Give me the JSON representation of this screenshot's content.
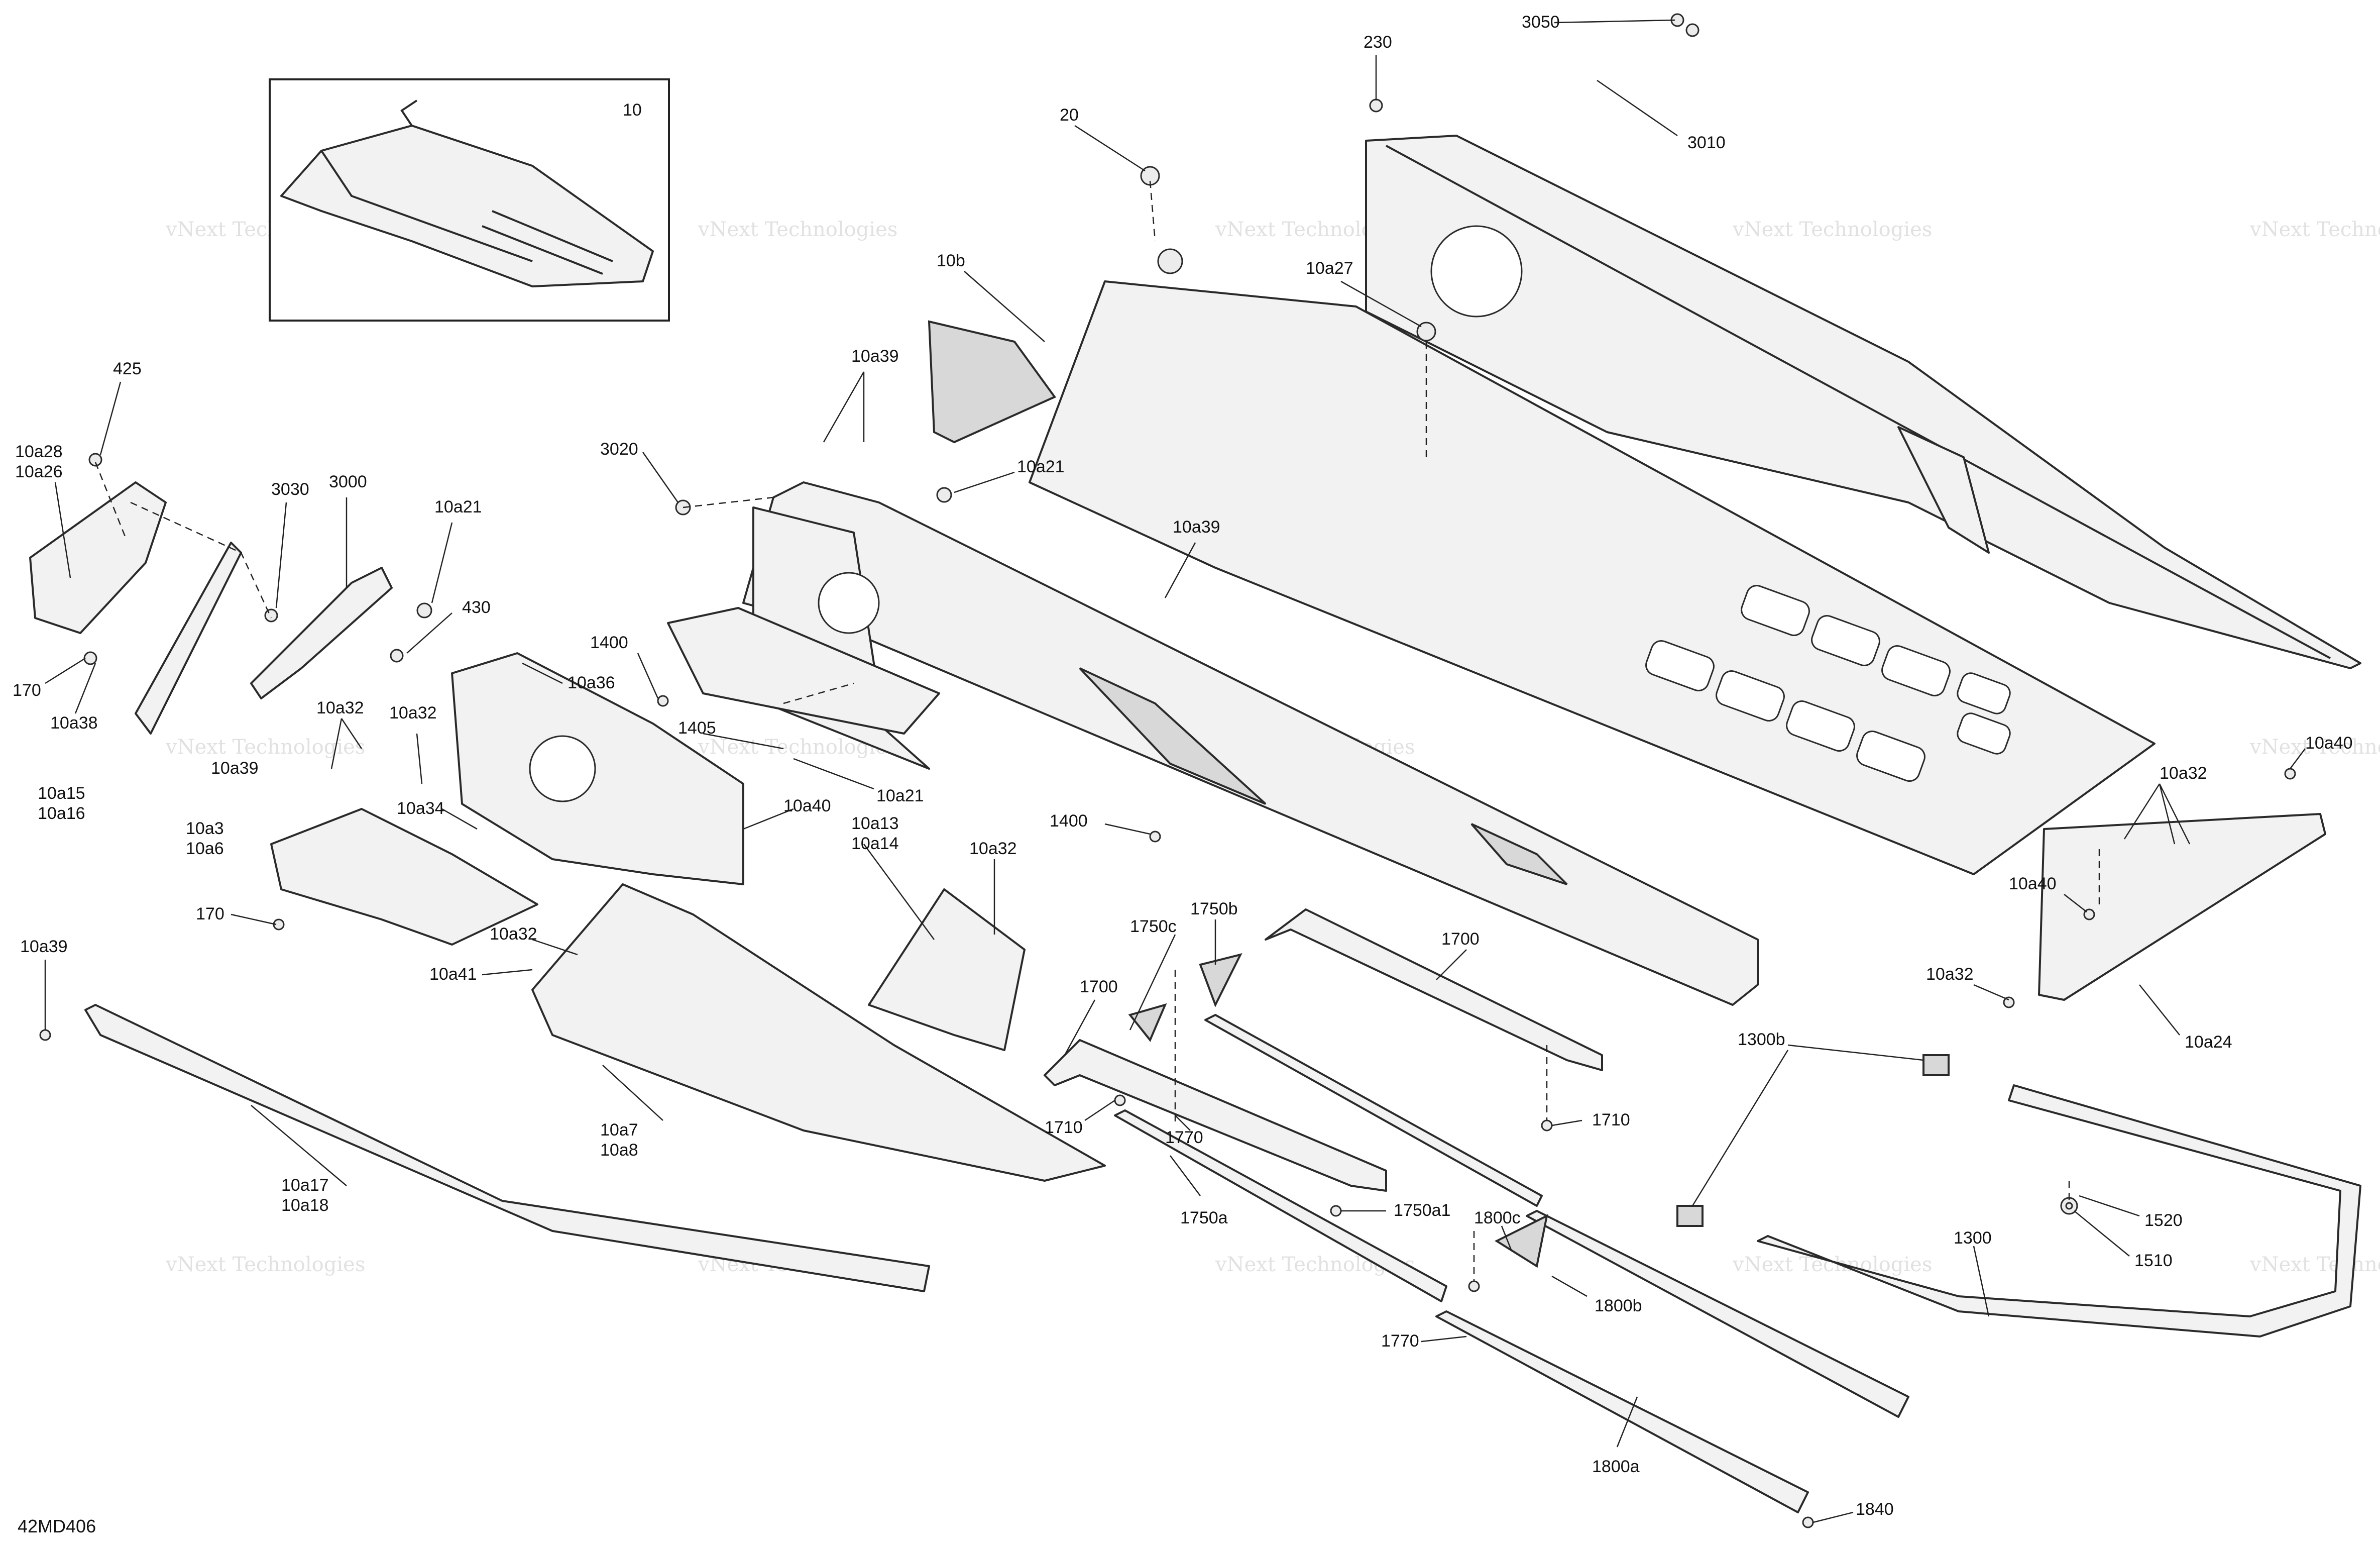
{
  "diagram": {
    "code": "42MD406",
    "watermark": "vNext Technologies",
    "inset_label": "10",
    "callouts": [
      {
        "id": "c-3050",
        "text": "3050"
      },
      {
        "id": "c-230",
        "text": "230"
      },
      {
        "id": "c-3010",
        "text": "3010"
      },
      {
        "id": "c-20",
        "text": "20"
      },
      {
        "id": "c-10b",
        "text": "10b"
      },
      {
        "id": "c-10a27",
        "text": "10a27"
      },
      {
        "id": "c-425",
        "text": "425"
      },
      {
        "id": "c-10a28",
        "text": "10a28"
      },
      {
        "id": "c-10a26",
        "text": "10a26"
      },
      {
        "id": "c-10a39-a",
        "text": "10a39"
      },
      {
        "id": "c-3020",
        "text": "3020"
      },
      {
        "id": "c-10a21-a",
        "text": "10a21"
      },
      {
        "id": "c-3030",
        "text": "3030"
      },
      {
        "id": "c-3000",
        "text": "3000"
      },
      {
        "id": "c-10a21-b",
        "text": "10a21"
      },
      {
        "id": "c-430",
        "text": "430"
      },
      {
        "id": "c-10a39-b",
        "text": "10a39"
      },
      {
        "id": "c-1400-a",
        "text": "1400"
      },
      {
        "id": "c-10a36",
        "text": "10a36"
      },
      {
        "id": "c-170-a",
        "text": "170"
      },
      {
        "id": "c-10a38",
        "text": "10a38"
      },
      {
        "id": "c-10a32-a",
        "text": "10a32"
      },
      {
        "id": "c-10a32-b",
        "text": "10a32"
      },
      {
        "id": "c-1405",
        "text": "1405"
      },
      {
        "id": "c-10a39-c",
        "text": "10a39"
      },
      {
        "id": "c-10a15",
        "text": "10a15"
      },
      {
        "id": "c-10a16",
        "text": "10a16"
      },
      {
        "id": "c-10a34",
        "text": "10a34"
      },
      {
        "id": "c-10a21-c",
        "text": "10a21"
      },
      {
        "id": "c-10a40-a",
        "text": "10a40"
      },
      {
        "id": "c-10a13",
        "text": "10a13"
      },
      {
        "id": "c-10a14",
        "text": "10a14"
      },
      {
        "id": "c-10a3",
        "text": "10a3"
      },
      {
        "id": "c-10a6",
        "text": "10a6"
      },
      {
        "id": "c-1400-b",
        "text": "1400"
      },
      {
        "id": "c-10a32-c",
        "text": "10a32"
      },
      {
        "id": "c-170-b",
        "text": "170"
      },
      {
        "id": "c-10a32-d",
        "text": "10a32"
      },
      {
        "id": "c-10a41",
        "text": "10a41"
      },
      {
        "id": "c-10a39-d",
        "text": "10a39"
      },
      {
        "id": "c-1750c",
        "text": "1750c"
      },
      {
        "id": "c-1750b",
        "text": "1750b"
      },
      {
        "id": "c-1700-a",
        "text": "1700"
      },
      {
        "id": "c-1700-b",
        "text": "1700"
      },
      {
        "id": "c-10a7",
        "text": "10a7"
      },
      {
        "id": "c-10a8",
        "text": "10a8"
      },
      {
        "id": "c-1710-a",
        "text": "1710"
      },
      {
        "id": "c-1770-a",
        "text": "1770"
      },
      {
        "id": "c-1710-b",
        "text": "1710"
      },
      {
        "id": "c-1750a",
        "text": "1750a"
      },
      {
        "id": "c-1750a1",
        "text": "1750a1"
      },
      {
        "id": "c-10a17",
        "text": "10a17"
      },
      {
        "id": "c-10a18",
        "text": "10a18"
      },
      {
        "id": "c-1800c",
        "text": "1800c"
      },
      {
        "id": "c-1800b",
        "text": "1800b"
      },
      {
        "id": "c-1770-b",
        "text": "1770"
      },
      {
        "id": "c-1800a",
        "text": "1800a"
      },
      {
        "id": "c-1840",
        "text": "1840"
      },
      {
        "id": "c-10a40-b",
        "text": "10a40"
      },
      {
        "id": "c-10a32-e",
        "text": "10a32"
      },
      {
        "id": "c-10a40-c",
        "text": "10a40"
      },
      {
        "id": "c-10a32-f",
        "text": "10a32"
      },
      {
        "id": "c-10a24",
        "text": "10a24"
      },
      {
        "id": "c-1300b",
        "text": "1300b"
      },
      {
        "id": "c-1300",
        "text": "1300"
      },
      {
        "id": "c-1520",
        "text": "1520"
      },
      {
        "id": "c-1510",
        "text": "1510"
      }
    ]
  }
}
